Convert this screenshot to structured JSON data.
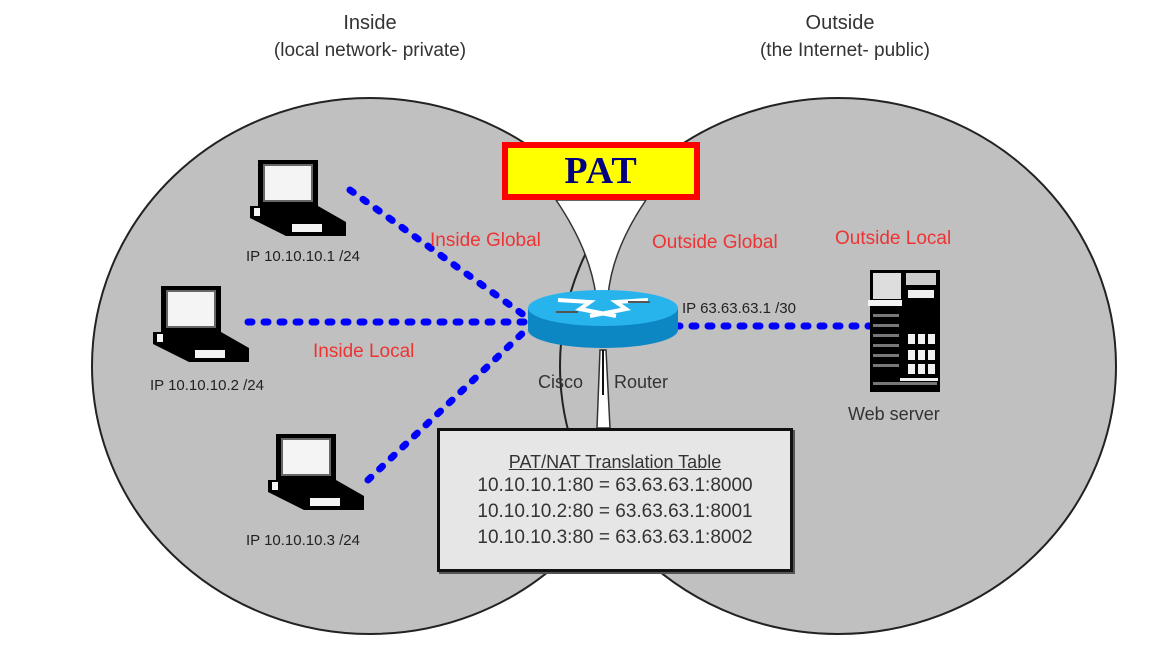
{
  "title": "PAT",
  "zones": {
    "inside": {
      "title": "Inside",
      "subtitle": "(local network- private)"
    },
    "outside": {
      "title": "Outside",
      "subtitle": "(the Internet- public)"
    }
  },
  "hosts": [
    {
      "icon": "laptop-icon",
      "label": "IP 10.10.10.1 /24"
    },
    {
      "icon": "laptop-icon",
      "label": "IP 10.10.10.2 /24"
    },
    {
      "icon": "laptop-icon",
      "label": "IP 10.10.10.3 /24"
    }
  ],
  "router": {
    "icon": "router-icon",
    "label_left": "Cisco",
    "label_right": "Router",
    "outside_ip": "IP 63.63.63.1 /30"
  },
  "server": {
    "icon": "server-icon",
    "label": "Web server"
  },
  "nat_terms": {
    "inside_global": "Inside Global",
    "inside_local": "Inside Local",
    "outside_global": "Outside Global",
    "outside_local": "Outside Local"
  },
  "translation_table": {
    "title": "PAT/NAT Translation Table",
    "rows": [
      "10.10.10.1:80 = 63.63.63.1:8000",
      "10.10.10.2:80 = 63.63.63.1:8001",
      "10.10.10.3:80 = 63.63.63.1:8002"
    ]
  },
  "colors": {
    "zone_fill": "#c0c0c0",
    "link": "#0000ff",
    "term_label": "#ee3333",
    "pat_fill": "#ffff00",
    "pat_border": "#ff0000",
    "pat_text": "#000080",
    "router": "#1aa3dd"
  }
}
